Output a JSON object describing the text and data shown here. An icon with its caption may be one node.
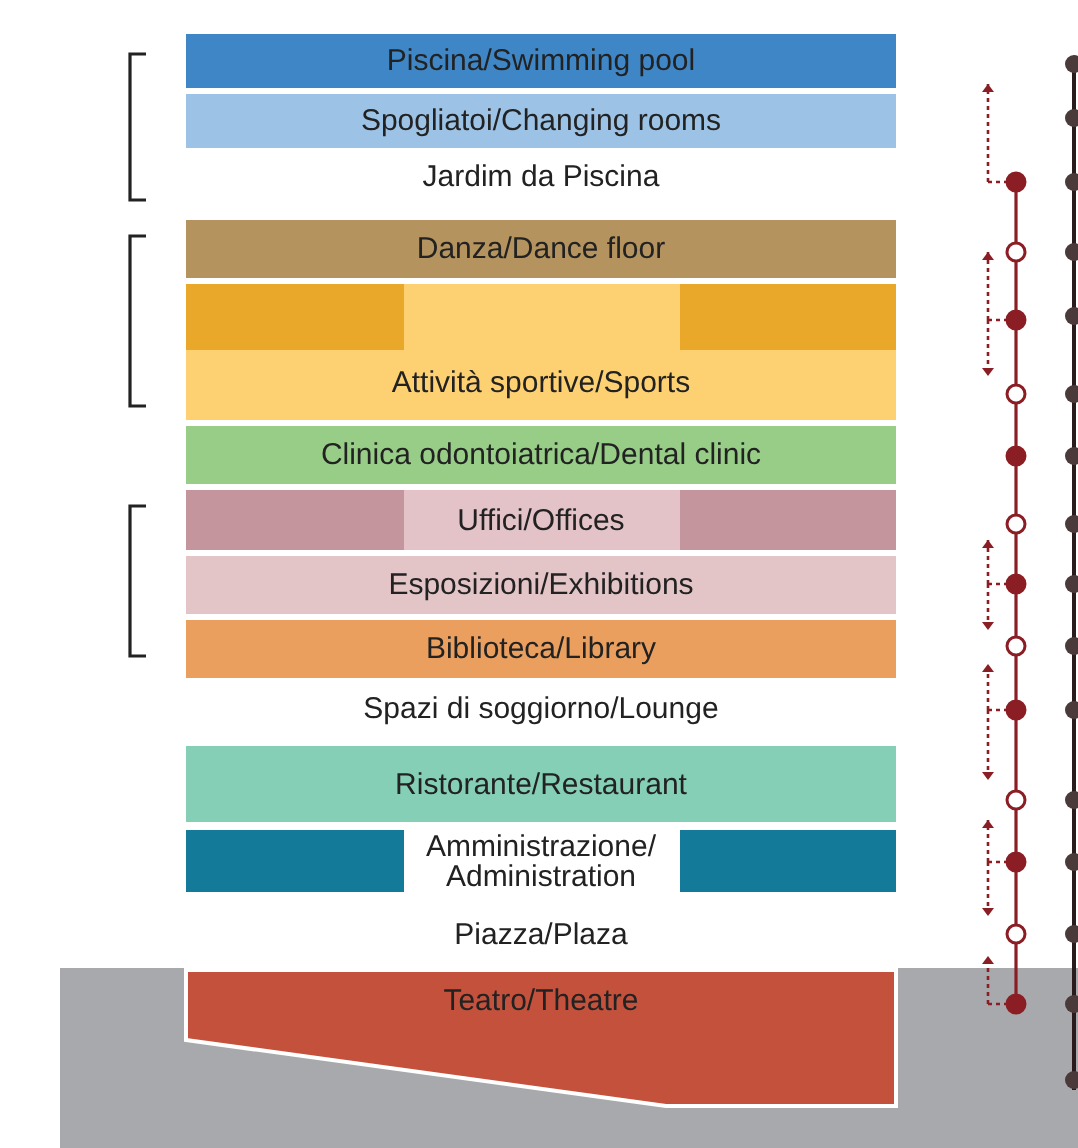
{
  "diagram": {
    "nodes": [
      {
        "text": [
          "Piscina/Swimming pool"
        ]
      },
      {
        "text": [
          "Spogliatoi/Changing rooms"
        ]
      },
      {
        "text": [
          "Danza/Dance floor"
        ]
      },
      {
        "text": [
          "Attività sportive/Sports"
        ]
      },
      {
        "text": [
          "Clinica odontoiatrica/Dental clinic"
        ]
      },
      {
        "text": [
          "Uffici/Offices"
        ]
      },
      {
        "text": [
          "Esposizioni/Exhibitions"
        ]
      },
      {
        "text": [
          "Biblioteca/Library"
        ]
      },
      {
        "text": [
          "Ristorante/Restaurant"
        ]
      },
      {
        "text": [
          "Amministrazione/ Administration"
        ]
      },
      {
        "text": [
          "Teatro/Theatre"
        ]
      }
    ],
    "edges": [],
    "labels": [
      "Jardim da Piscina",
      "Spazi di soggiorno/Lounge",
      "Piazza/Plaza"
    ]
  }
}
